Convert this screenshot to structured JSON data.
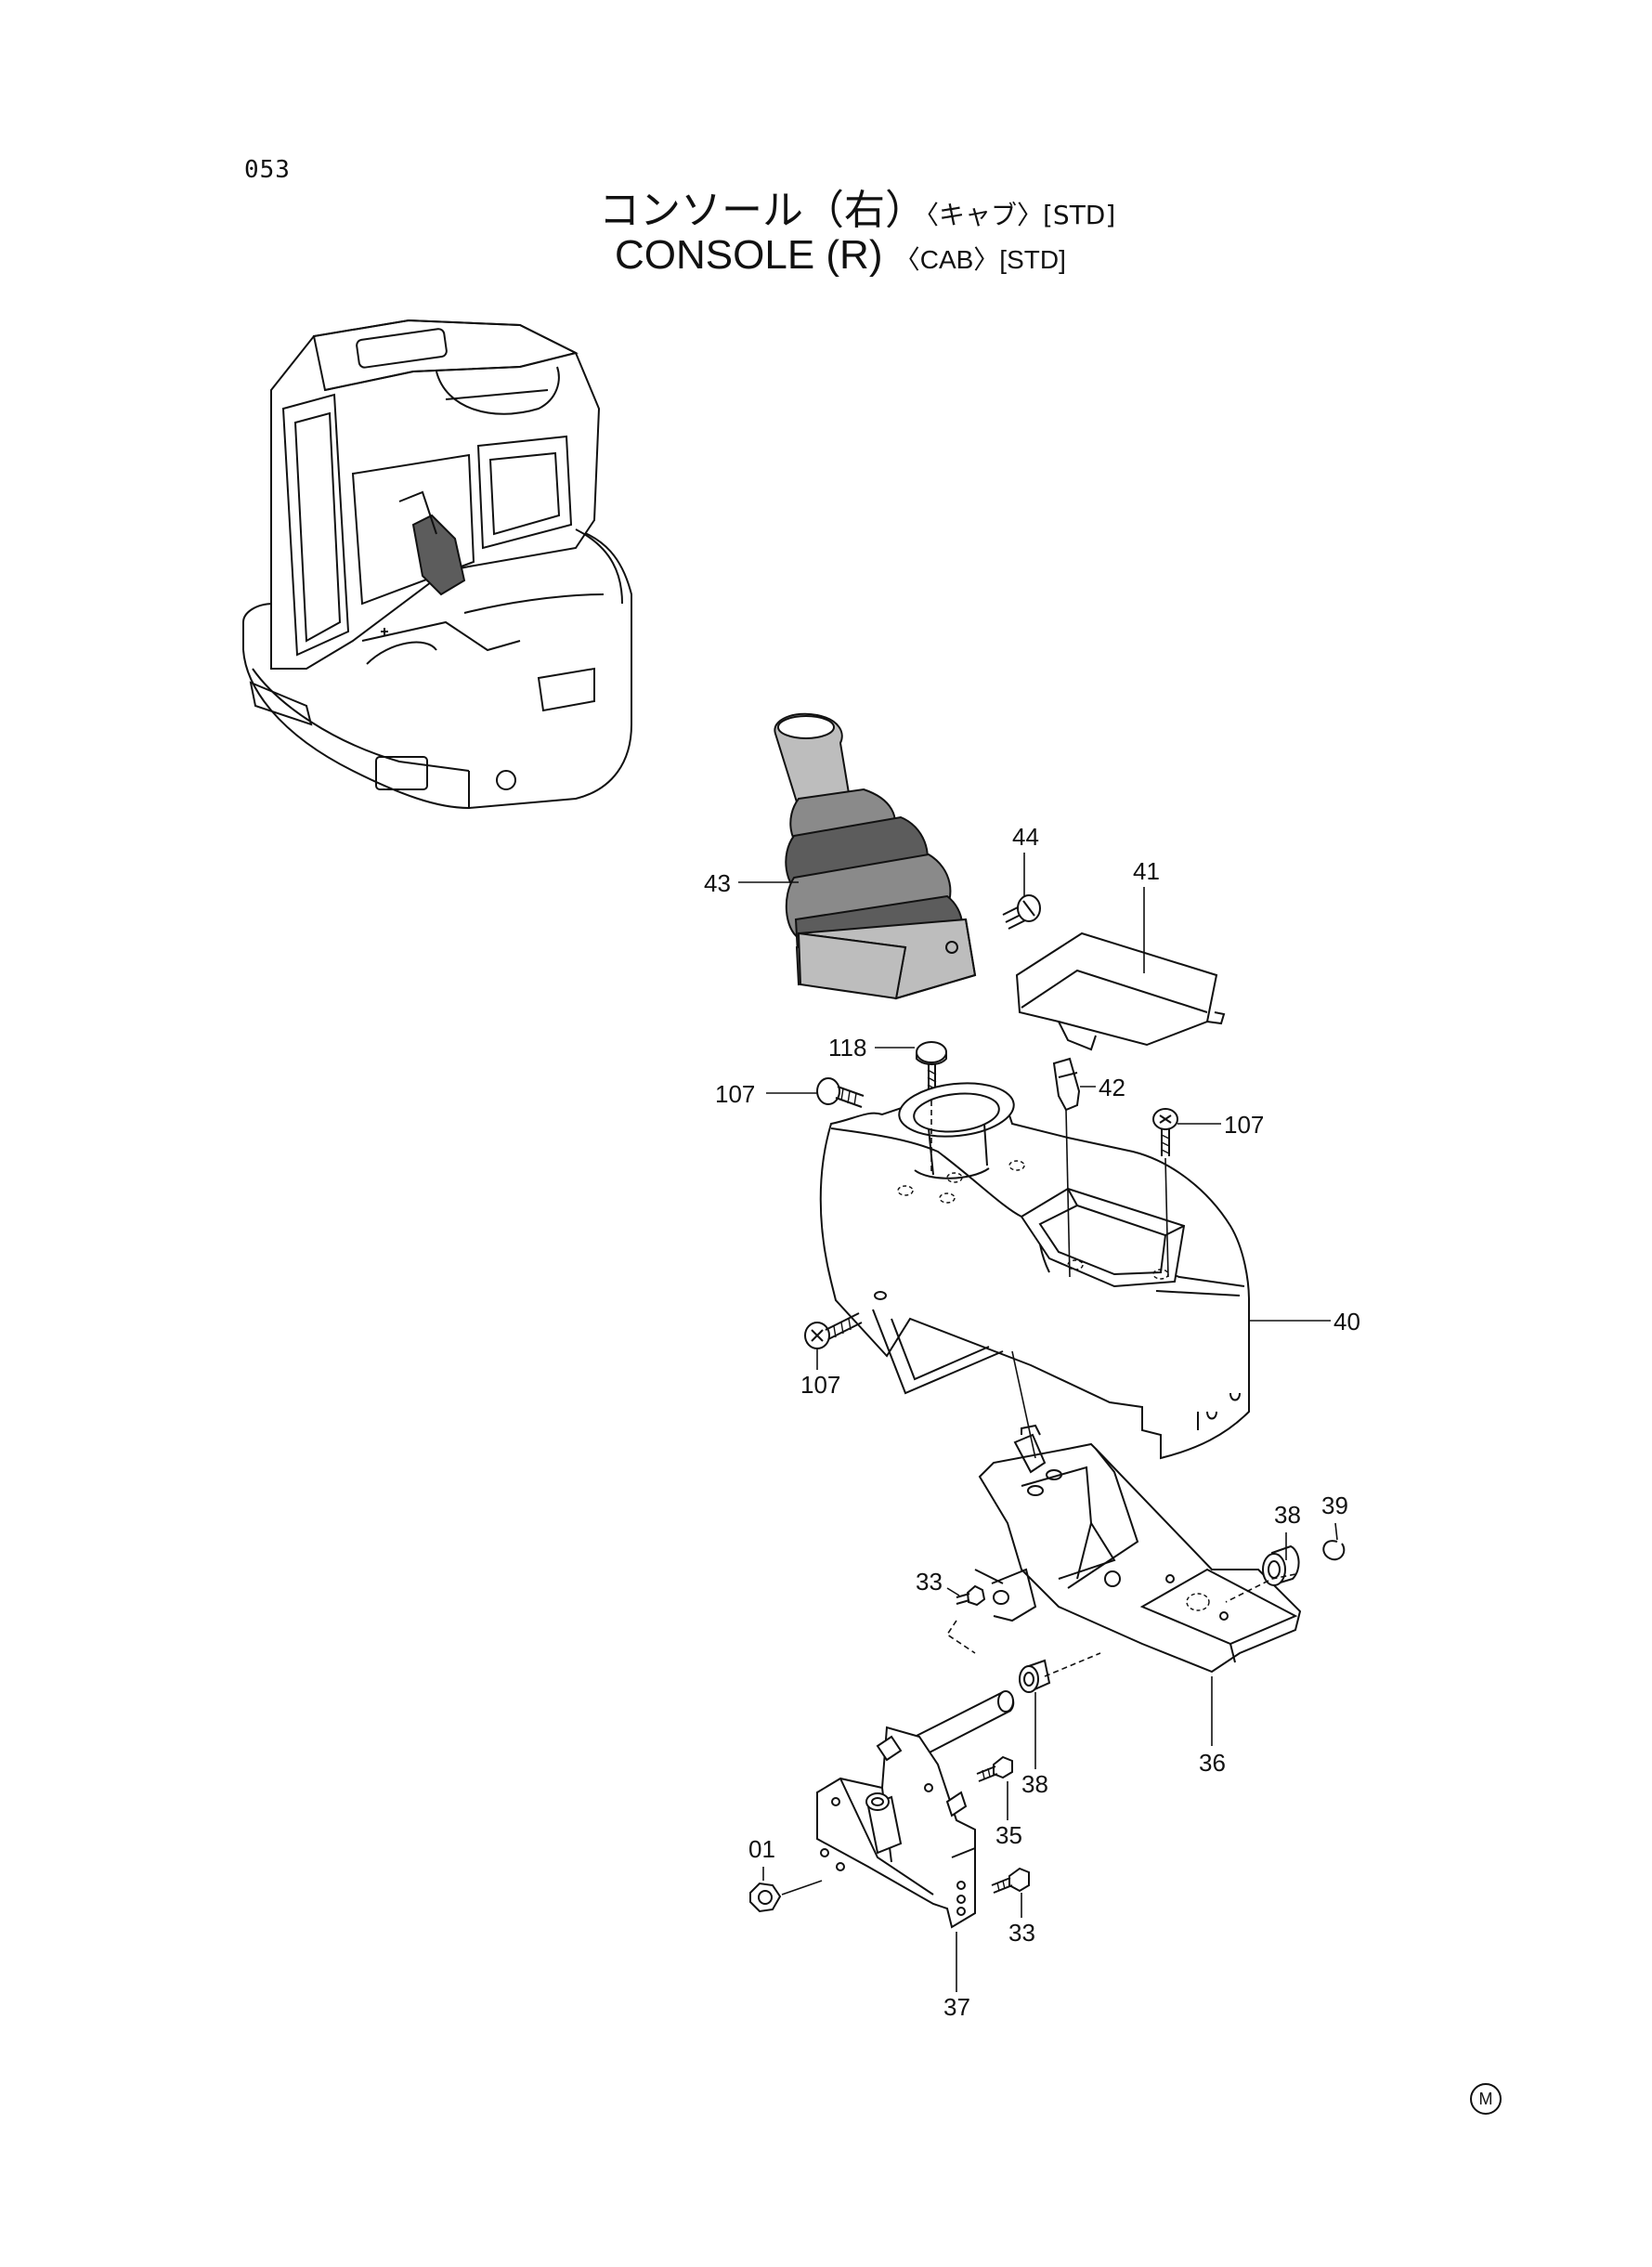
{
  "page_number": "053",
  "title": {
    "jp_main": "コンソール（右）",
    "jp_sub": "〈キャブ〉[STD]",
    "en_main": "CONSOLE (R)",
    "en_sub": "〈CAB〉[STD]"
  },
  "mark": "M",
  "callouts": {
    "p43": "43",
    "p44": "44",
    "p41": "41",
    "p118": "118",
    "p107a": "107",
    "p42": "42",
    "p107b": "107",
    "p40": "40",
    "p107c": "107",
    "p38a": "38",
    "p39": "39",
    "p33a": "33",
    "p36": "36",
    "p38b": "38",
    "p01": "01",
    "p35": "35",
    "p33b": "33",
    "p37": "37"
  }
}
